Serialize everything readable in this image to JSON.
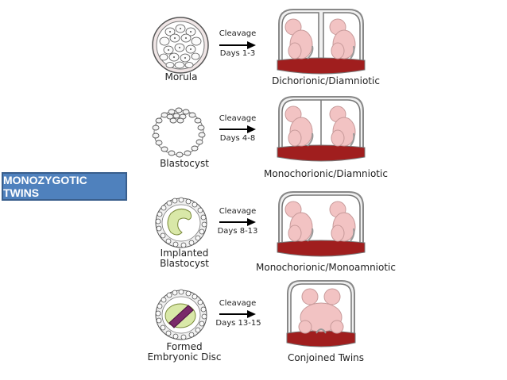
{
  "title": "MONOZYGOTIC TWINS",
  "rows": [
    {
      "stage": [
        "Morula"
      ],
      "process": "Cleavage",
      "days": "Days 1-3",
      "outcome": "Dichorionic/Diamniotic"
    },
    {
      "stage": [
        "Blastocyst"
      ],
      "process": "Cleavage",
      "days": "Days 4-8",
      "outcome": "Monochorionic/Diamniotic"
    },
    {
      "stage": [
        "Implanted",
        "Blastocyst"
      ],
      "process": "Cleavage",
      "days": "Days 8-13",
      "outcome": "Monochorionic/Monoamniotic"
    },
    {
      "stage": [
        "Formed",
        "Embryonic Disc"
      ],
      "process": "Cleavage",
      "days": "Days 13-15",
      "outcome": "Conjoined Twins"
    }
  ],
  "colors": {
    "title_bg": "#4f81bd",
    "placenta": "#a01e1e",
    "fetus": "#f2c3c3",
    "membrane": "#8a8a8a"
  }
}
